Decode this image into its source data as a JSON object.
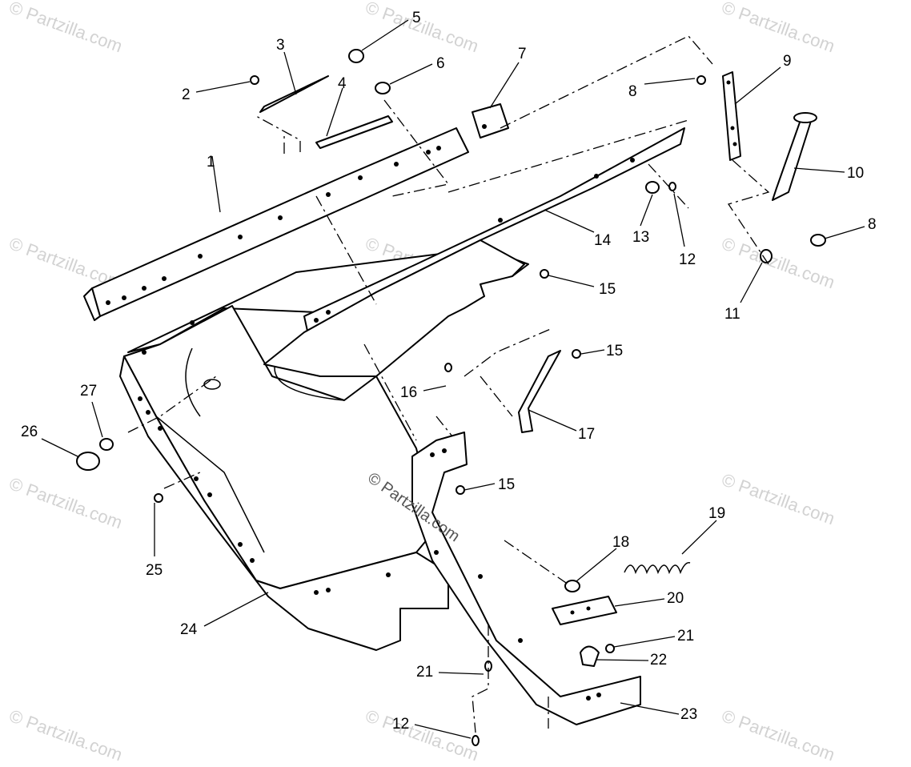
{
  "watermark": {
    "text": "© Partzilla.com",
    "center_text": "© Partzilla.com"
  },
  "callouts": [
    "1",
    "2",
    "3",
    "4",
    "5",
    "6",
    "7",
    "8",
    "9",
    "10",
    "8",
    "11",
    "12",
    "13",
    "14",
    "15",
    "15",
    "16",
    "17",
    "15",
    "18",
    "19",
    "20",
    "21",
    "21",
    "22",
    "23",
    "12",
    "24",
    "25",
    "26",
    "27"
  ]
}
